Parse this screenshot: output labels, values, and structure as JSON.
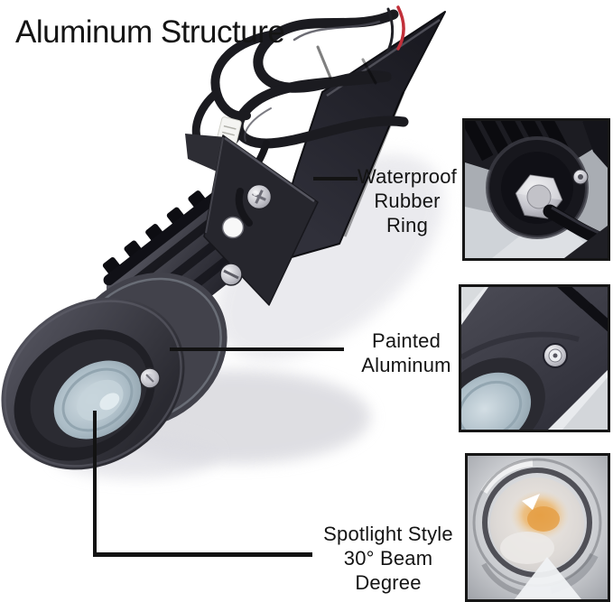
{
  "title": "Aluminum Structure",
  "callouts": {
    "waterproof": {
      "lines": [
        "Waterproof",
        "Rubber",
        "Ring"
      ]
    },
    "painted": {
      "lines": [
        "Painted",
        "Aluminum"
      ]
    },
    "spotlight": {
      "lines": [
        "Spotlight Style",
        "30° Beam",
        "Degree"
      ]
    }
  },
  "insets": {
    "top": {
      "name": "waterproof-rubber-ring-closeup"
    },
    "middle": {
      "name": "painted-aluminum-head-closeup"
    },
    "bottom": {
      "name": "spotlight-beam-lens-closeup"
    }
  },
  "colors": {
    "background": "#ffffff",
    "text": "#141414",
    "callout_line": "#131313",
    "product_black": "#26262d",
    "wire_red": "#c2303a",
    "lens_blue_gray": "#abbcc6",
    "led_amber": "#e8a44f",
    "metal_silver": "#c9cbcf"
  }
}
